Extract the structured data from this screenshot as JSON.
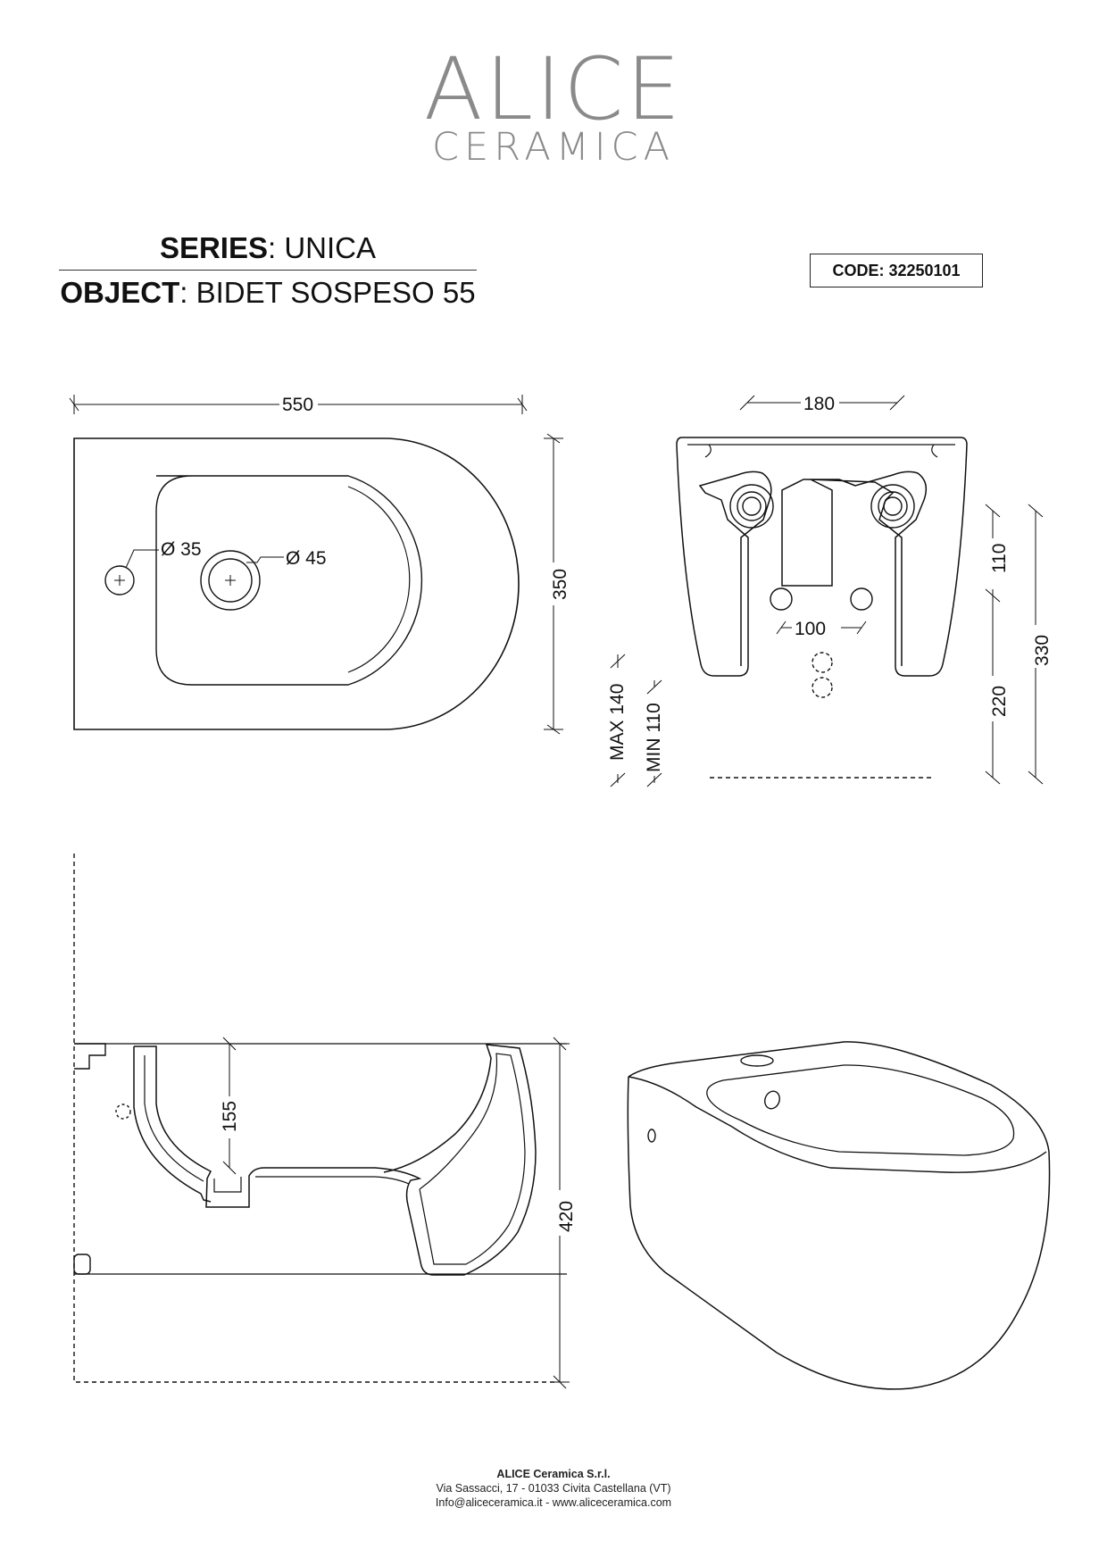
{
  "brand": {
    "line1": "ALICE",
    "line2": "CERAMICA"
  },
  "title": {
    "series_label": "SERIES",
    "series_value": "UNICA",
    "object_label": "OBJECT",
    "object_value": "BIDET SOSPESO 55",
    "code_text": "CODE: 32250101"
  },
  "dimensions": {
    "top_width": "550",
    "top_depth": "350",
    "hole_small": "Ø 35",
    "hole_large": "Ø 45",
    "front_width": "180",
    "front_bolt_spacing": "100",
    "front_upper": "110",
    "front_lower": "220",
    "front_total": "330",
    "drain_max": "MAX 140",
    "drain_min": "MIN 110",
    "side_bowl_depth": "155",
    "side_height": "420"
  },
  "footer": {
    "company": "ALICE Ceramica S.r.l.",
    "address": "Via Sassacci, 17 - 01033 Civita Castellana (VT)",
    "contacts": "Info@aliceceramica.it - www.aliceceramica.com"
  }
}
